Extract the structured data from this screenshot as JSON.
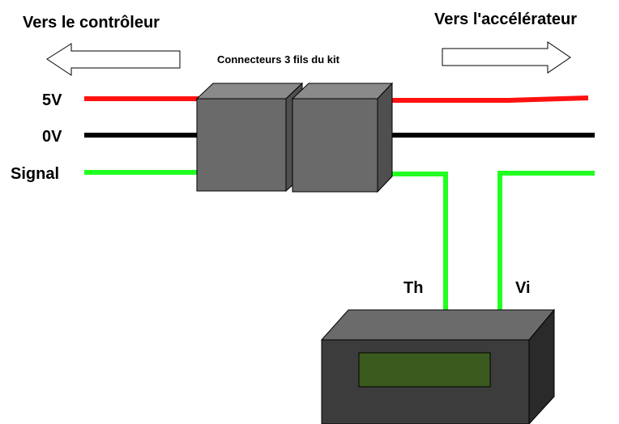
{
  "labels": {
    "left_direction": "Vers le contrôleur",
    "right_direction": "Vers l'accélérateur",
    "connectors": "Connecteurs 3 fils du kit",
    "wire_5v": "5V",
    "wire_0v": "0V",
    "wire_signal": "Signal",
    "probe_th": "Th",
    "probe_vi": "Vi"
  },
  "colors": {
    "wire_5v": "#ff1111",
    "wire_0v": "#000000",
    "wire_signal": "#22ff22",
    "connector_face": "#6a6a6a",
    "connector_top": "#8a8a8a",
    "connector_side": "#4f4f4f",
    "meter_body": "#3c3c3c",
    "meter_top": "#6b6b6b",
    "meter_side": "#2a2a2a",
    "meter_display": "#3a5a1e"
  },
  "icons": {
    "left_arrow": "arrow-left-outline",
    "right_arrow": "arrow-right-outline"
  }
}
